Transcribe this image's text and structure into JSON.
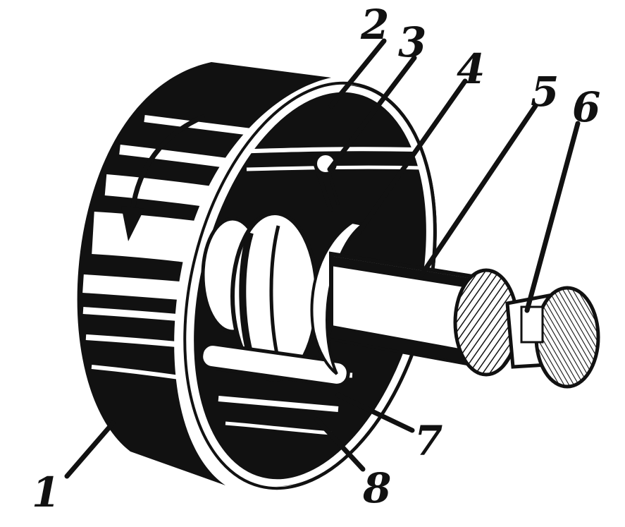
{
  "diagram": {
    "colors": {
      "ink": "#111111",
      "paper": "#ffffff",
      "highlight": "#f4f4f4",
      "mid": "#8a8a8a"
    },
    "labels": [
      {
        "id": "label-1",
        "text": "1"
      },
      {
        "id": "label-2",
        "text": "2"
      },
      {
        "id": "label-3",
        "text": "3"
      },
      {
        "id": "label-4",
        "text": "4"
      },
      {
        "id": "label-5",
        "text": "5"
      },
      {
        "id": "label-6",
        "text": "6"
      },
      {
        "id": "label-7",
        "text": "7"
      },
      {
        "id": "label-8",
        "text": "8"
      }
    ]
  }
}
